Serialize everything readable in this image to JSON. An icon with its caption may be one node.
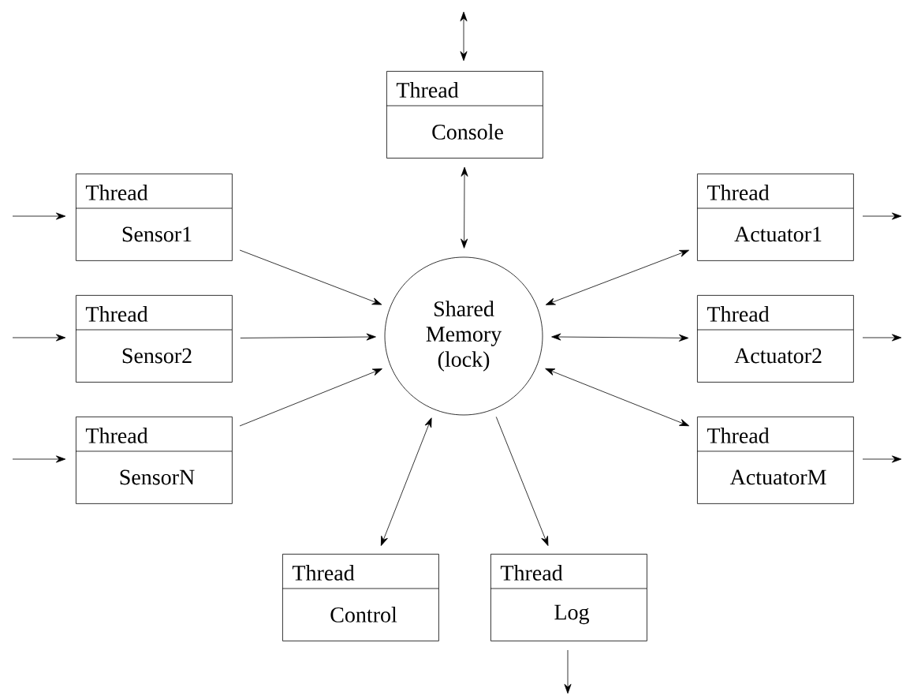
{
  "diagram": {
    "nodes": [
      {
        "text": [
          "Thread",
          "Console"
        ]
      },
      {
        "text": [
          "Thread",
          "Sensor1"
        ]
      },
      {
        "text": [
          "Thread",
          "Sensor2"
        ]
      },
      {
        "text": [
          "Thread",
          "SensorN"
        ]
      },
      {
        "text": [
          "Shared Memory (lock)"
        ]
      },
      {
        "text": [
          "Thread",
          "Actuator1"
        ]
      },
      {
        "text": [
          "Thread",
          "Actuator2"
        ]
      },
      {
        "text": [
          "Thread",
          "ActuatorM"
        ]
      },
      {
        "text": [
          "Thread",
          "Control"
        ]
      },
      {
        "text": [
          "Thread",
          "Log"
        ]
      }
    ],
    "edges": [
      {
        "from": null,
        "to": 0,
        "arrow": "both"
      },
      {
        "from": 0,
        "to": 4,
        "arrow": "both"
      },
      {
        "from": null,
        "to": 1,
        "arrow": "to"
      },
      {
        "from": null,
        "to": 2,
        "arrow": "to"
      },
      {
        "from": null,
        "to": 3,
        "arrow": "to"
      },
      {
        "from": 1,
        "to": 4,
        "arrow": "to"
      },
      {
        "from": 2,
        "to": 4,
        "arrow": "to"
      },
      {
        "from": 3,
        "to": 4,
        "arrow": "to"
      },
      {
        "from": 4,
        "to": 5,
        "arrow": "both"
      },
      {
        "from": 4,
        "to": 6,
        "arrow": "both"
      },
      {
        "from": 4,
        "to": 7,
        "arrow": "both"
      },
      {
        "from": 5,
        "to": null,
        "arrow": "to"
      },
      {
        "from": 6,
        "to": null,
        "arrow": "to"
      },
      {
        "from": 7,
        "to": null,
        "arrow": "to"
      },
      {
        "from": 4,
        "to": 8,
        "arrow": "both"
      },
      {
        "from": 4,
        "to": 9,
        "arrow": "to"
      },
      {
        "from": 9,
        "to": null,
        "arrow": "to"
      }
    ]
  }
}
